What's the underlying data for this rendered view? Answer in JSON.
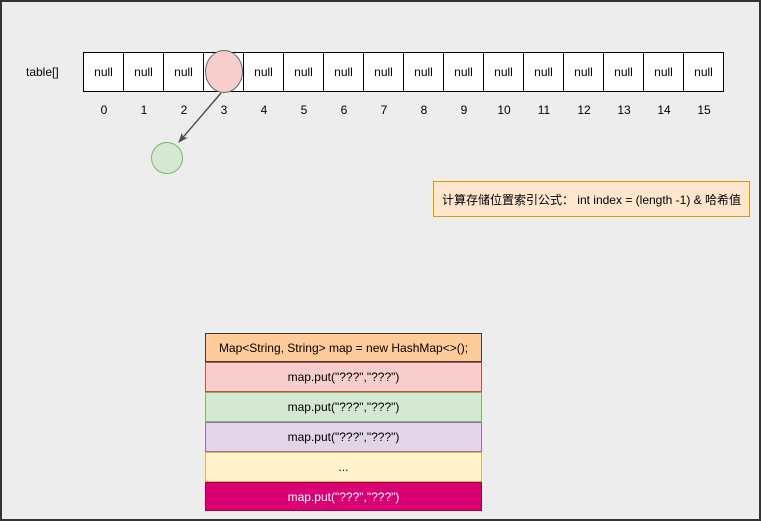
{
  "canvas": {
    "background": "#EDEDED",
    "frame_color": "#333333"
  },
  "table": {
    "label": "table[]",
    "cells": [
      {
        "index": "0",
        "value": "null"
      },
      {
        "index": "1",
        "value": "null"
      },
      {
        "index": "2",
        "value": "null"
      },
      {
        "index": "3",
        "value": ""
      },
      {
        "index": "4",
        "value": "null"
      },
      {
        "index": "5",
        "value": "null"
      },
      {
        "index": "6",
        "value": "null"
      },
      {
        "index": "7",
        "value": "null"
      },
      {
        "index": "8",
        "value": "null"
      },
      {
        "index": "9",
        "value": "null"
      },
      {
        "index": "10",
        "value": "null"
      },
      {
        "index": "11",
        "value": "null"
      },
      {
        "index": "12",
        "value": "null"
      },
      {
        "index": "13",
        "value": "null"
      },
      {
        "index": "14",
        "value": "null"
      },
      {
        "index": "15",
        "value": "null"
      }
    ]
  },
  "nodes": {
    "occupied_bucket": {
      "fill": "#F8CECC",
      "stroke": "#666666"
    },
    "entry": {
      "fill": "#D5E8D4",
      "stroke": "#82B366"
    }
  },
  "arrow": {
    "color": "#4D4D4D"
  },
  "annotation": {
    "text": "计算存储位置索引公式： int index = (length -1) & 哈希值",
    "background": "#FFE6CC",
    "border_color": "#D79B00"
  },
  "code_stack": {
    "rows": [
      {
        "text": "Map<String, String> map = new HashMap<>();",
        "background": "#FFCC99",
        "border_color": "#36393D",
        "text_color": "#000000"
      },
      {
        "text": "map.put(\"???\",\"???\")",
        "background": "#F8CECC",
        "border_color": "#B85450",
        "text_color": "#000000"
      },
      {
        "text": "map.put(\"???\",\"???\")",
        "background": "#D5E8D4",
        "border_color": "#82B366",
        "text_color": "#000000"
      },
      {
        "text": "map.put(\"???\",\"???\")",
        "background": "#E1D5E7",
        "border_color": "#9673A6",
        "text_color": "#000000"
      },
      {
        "text": "...",
        "background": "#FFF2CC",
        "border_color": "#D6B656",
        "text_color": "#000000"
      },
      {
        "text": "map.put(\"???\",\"???\")",
        "background": "#D80073",
        "border_color": "#A50040",
        "text_color": "#FFFFFF"
      }
    ]
  }
}
